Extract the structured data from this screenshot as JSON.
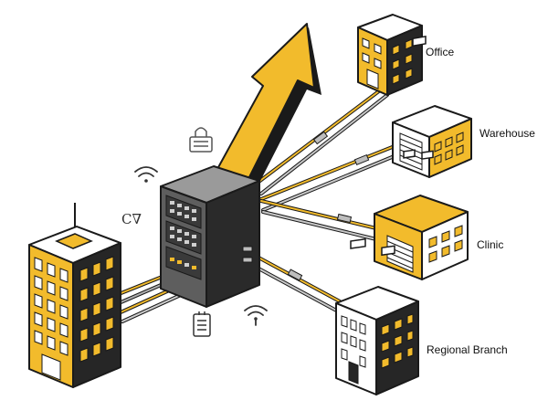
{
  "colors": {
    "accent": "#f2bb2c",
    "outline": "#1a1a1a",
    "dark": "#262626",
    "server_body": "#6a6a6a",
    "cable": "#9a9a9a",
    "window": "#f2bb2c",
    "white": "#ffffff"
  },
  "nodes": {
    "hub": {
      "label": "",
      "icon": "server-rack-icon"
    },
    "headquarters": {
      "label": "",
      "icon": "tower-building-icon"
    },
    "office": {
      "label": "Office",
      "icon": "office-building-icon"
    },
    "warehouse": {
      "label": "Warehouse",
      "icon": "warehouse-icon"
    },
    "clinic": {
      "label": "Clinic",
      "icon": "clinic-building-icon"
    },
    "regional_branch": {
      "label": "Regional Branch",
      "icon": "branch-building-icon"
    }
  },
  "decor": {
    "growth_arrow": "growth-arrow-icon",
    "lock": "lock-icon",
    "wifi": "wifi-icon",
    "tablet": "tablet-icon",
    "glyph_text": "C∇"
  }
}
